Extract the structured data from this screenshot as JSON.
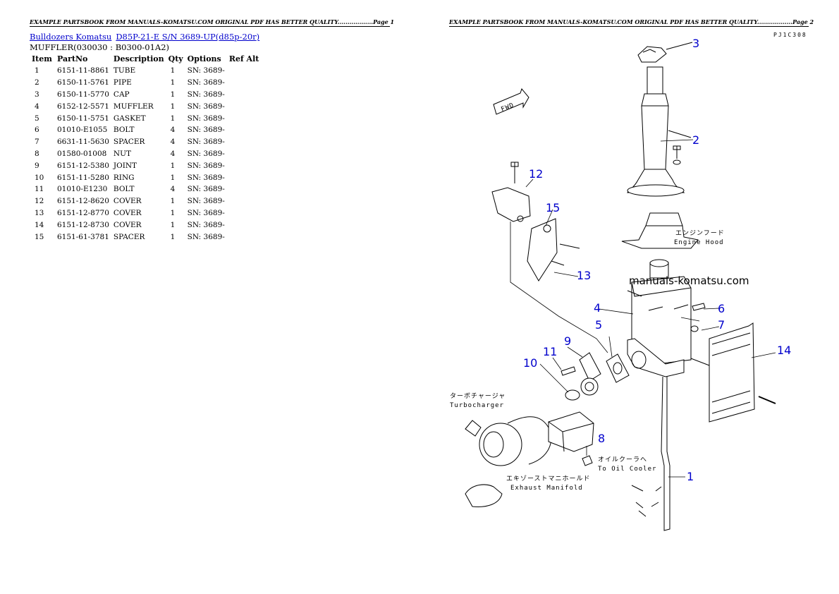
{
  "header": {
    "left": "EXAMPLE PARTSBOOK FROM MANUALS-KOMATSU.COM ORIGINAL PDF HAS BETTER QUALITY..................Page 1",
    "right": "EXAMPLE PARTSBOOK FROM MANUALS-KOMATSU.COM ORIGINAL PDF HAS BETTER QUALITY..................Page 2"
  },
  "breadcrumb": {
    "link1": "Bulldozers Komatsu",
    "link2": "D85P-21-E S/N 3689-UP(d85p-20r)"
  },
  "subtitle": "MUFFLER(030030 : B0300-01A2)",
  "table": {
    "headers": [
      "Item",
      "PartNo",
      "Description",
      "Qty",
      "Options",
      "Ref Alt"
    ],
    "rows": [
      {
        "item": "1",
        "part": "6151-11-8861",
        "desc": "TUBE",
        "qty": "1",
        "opt": "SN: 3689-"
      },
      {
        "item": "2",
        "part": "6150-11-5761",
        "desc": "PIPE",
        "qty": "1",
        "opt": "SN: 3689-"
      },
      {
        "item": "3",
        "part": "6150-11-5770",
        "desc": "CAP",
        "qty": "1",
        "opt": "SN: 3689-"
      },
      {
        "item": "4",
        "part": "6152-12-5571",
        "desc": "MUFFLER",
        "qty": "1",
        "opt": "SN: 3689-"
      },
      {
        "item": "5",
        "part": "6150-11-5751",
        "desc": "GASKET",
        "qty": "1",
        "opt": "SN: 3689-"
      },
      {
        "item": "6",
        "part": "01010-E1055",
        "desc": "BOLT",
        "qty": "4",
        "opt": "SN: 3689-"
      },
      {
        "item": "7",
        "part": "6631-11-5630",
        "desc": "SPACER",
        "qty": "4",
        "opt": "SN: 3689-"
      },
      {
        "item": "8",
        "part": "01580-01008",
        "desc": "NUT",
        "qty": "4",
        "opt": "SN: 3689-"
      },
      {
        "item": "9",
        "part": "6151-12-5380",
        "desc": "JOINT",
        "qty": "1",
        "opt": "SN: 3689-"
      },
      {
        "item": "10",
        "part": "6151-11-5280",
        "desc": "RING",
        "qty": "1",
        "opt": "SN: 3689-"
      },
      {
        "item": "11",
        "part": "01010-E1230",
        "desc": "BOLT",
        "qty": "4",
        "opt": "SN: 3689-"
      },
      {
        "item": "12",
        "part": "6151-12-8620",
        "desc": "COVER",
        "qty": "1",
        "opt": "SN: 3689-"
      },
      {
        "item": "13",
        "part": "6151-12-8770",
        "desc": "COVER",
        "qty": "1",
        "opt": "SN: 3689-"
      },
      {
        "item": "14",
        "part": "6151-12-8730",
        "desc": "COVER",
        "qty": "1",
        "opt": "SN: 3689-"
      },
      {
        "item": "15",
        "part": "6151-61-3781",
        "desc": "SPACER",
        "qty": "1",
        "opt": "SN: 3689-"
      }
    ]
  },
  "diagram": {
    "code": "PJ1C308",
    "watermark": "manuals-komatsu.com",
    "callouts": [
      "1",
      "2",
      "3",
      "4",
      "5",
      "6",
      "7",
      "8",
      "9",
      "10",
      "11",
      "12",
      "13",
      "14",
      "15"
    ],
    "labels": {
      "fwd": "FWD",
      "engine_hood_jp": "エンジンフード",
      "engine_hood": "Engine Hood",
      "turbo_jp": "ターボチャージャ",
      "turbo": "Turbocharger",
      "oil_cooler_jp": "オイルクーラへ",
      "oil_cooler": "To Oil Cooler",
      "exhaust_jp": "エキゾーストマニホールド",
      "exhaust": "Exhaust Manifold"
    }
  }
}
